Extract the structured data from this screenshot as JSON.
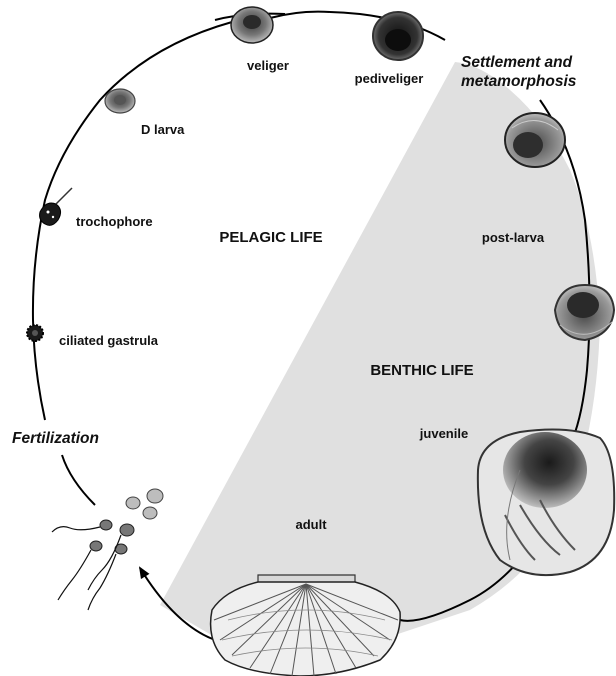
{
  "stages": {
    "veliger": "veliger",
    "pediveliger": "pediveliger",
    "d_larva": "D larva",
    "trochophore": "trochophore",
    "ciliated_gastrula": "ciliated gastrula",
    "post_larva": "post-larva",
    "juvenile": "juvenile",
    "adult": "adult"
  },
  "phases": {
    "pelagic": "PELAGIC LIFE",
    "benthic": "BENTHIC LIFE"
  },
  "events": {
    "settlement_line1": "Settlement and",
    "settlement_line2": "metamorphosis",
    "fertilization": "Fertilization"
  },
  "colors": {
    "benthic_fill": "#e0e0e0",
    "cycle_line": "#000000"
  }
}
